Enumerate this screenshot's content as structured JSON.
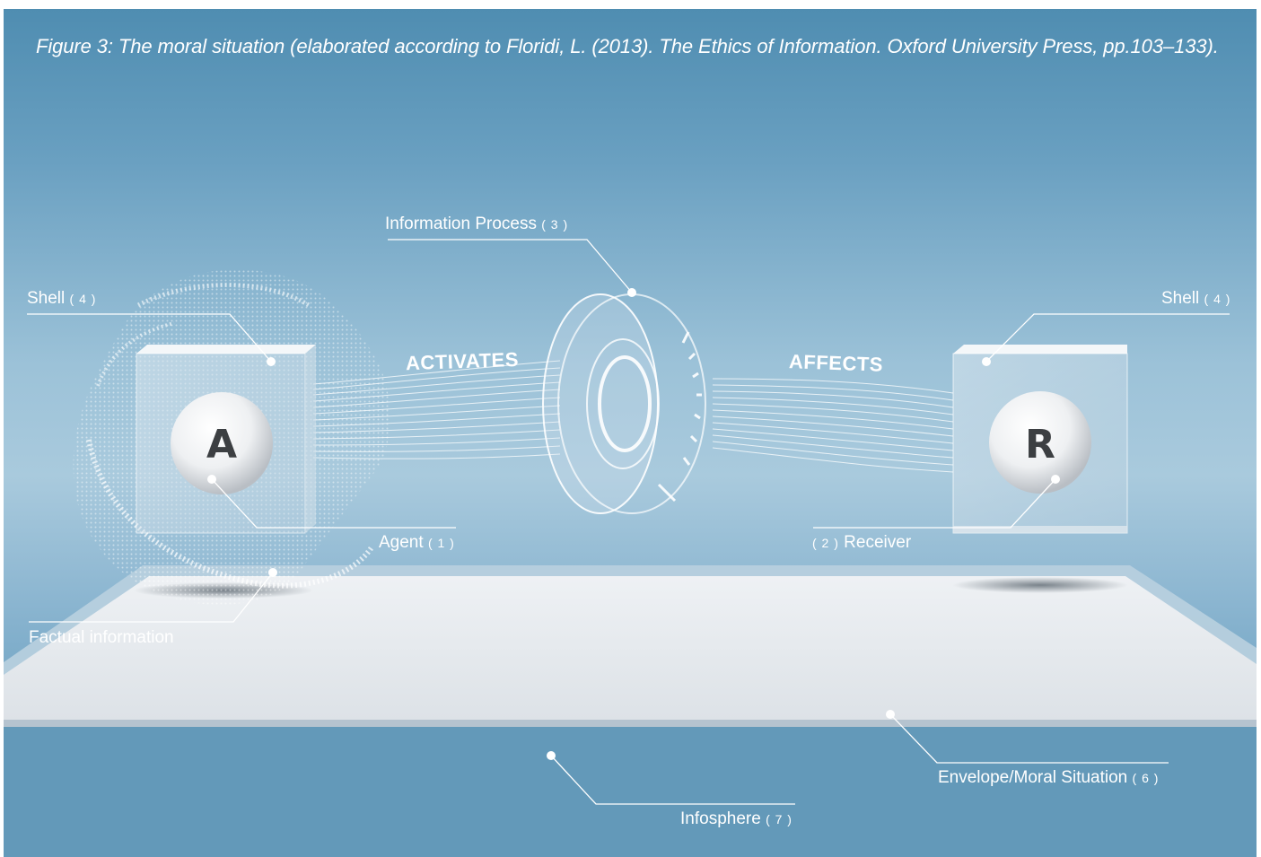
{
  "caption": "Figure 3: The moral situation (elaborated according to Floridi, L. (2013). The Ethics of Information. Oxford University Press, pp.103–133).",
  "labels": {
    "shell_left": {
      "text": "Shell",
      "num": "( 4 )"
    },
    "shell_right": {
      "text": "Shell",
      "num": "( 4 )"
    },
    "information_process": {
      "text": "Information Process",
      "num": "( 3 )"
    },
    "agent": {
      "text": "Agent",
      "num": "( 1 )"
    },
    "receiver": {
      "num": "( 2 )",
      "text": "Receiver"
    },
    "factual_information": {
      "text": "Factual information"
    },
    "envelope": {
      "text": "Envelope/Moral Situation",
      "num": "( 6 )"
    },
    "infosphere": {
      "text": "Infosphere",
      "num": "( 7 )"
    }
  },
  "verbs": {
    "activates": "ACTIVATES",
    "affects": "AFFECTS"
  },
  "spheres": {
    "agent_letter": "A",
    "receiver_letter": "R"
  },
  "colors": {
    "background_top": "#4f8db1",
    "background_mid": "#a9cadd",
    "platform": "#e6eaee",
    "text": "#ffffff"
  }
}
